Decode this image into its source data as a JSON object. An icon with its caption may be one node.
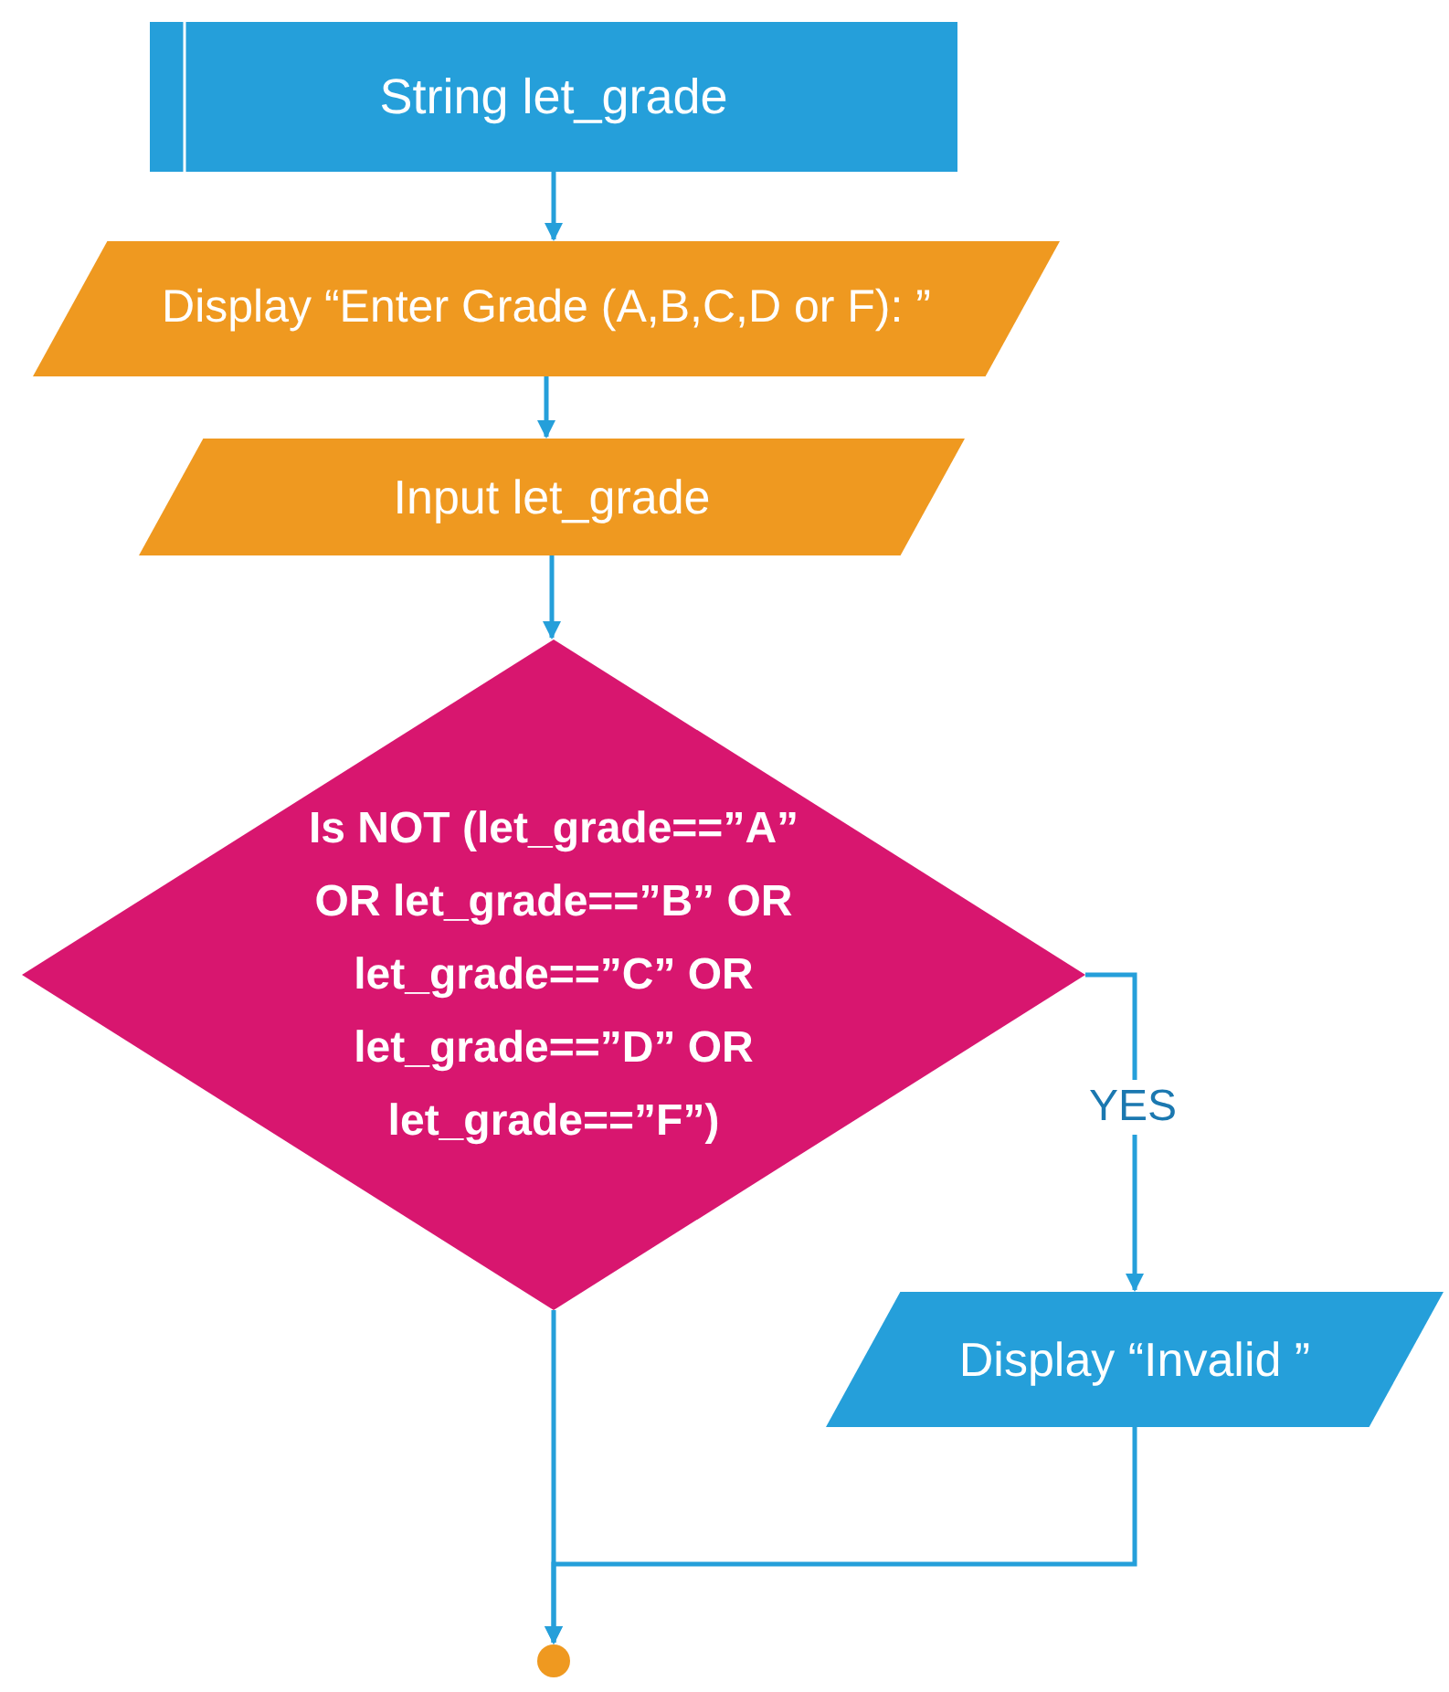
{
  "diagram": {
    "nodes": [
      {
        "text": [
          "String let_grade"
        ]
      },
      {
        "text": [
          "Display “Enter Grade (A,B,C,D or F): ”"
        ]
      },
      {
        "text": [
          "Input let_grade"
        ]
      },
      {
        "text": [
          "Is NOT (let_grade==”A” OR let_grade==”B” OR let_grade==”C” OR let_grade==”D” OR let_grade==”F”)"
        ]
      },
      {
        "text": [
          "Display “Invalid ”"
        ]
      },
      {
        "text": [],
        "shape": "circle"
      }
    ],
    "edges": [
      {
        "from": 0,
        "to": 1,
        "arrow": "to"
      },
      {
        "from": 1,
        "to": 2,
        "arrow": "to"
      },
      {
        "from": 2,
        "to": 3,
        "arrow": "to"
      },
      {
        "from": 3,
        "to": 4,
        "arrow": "to",
        "label": "YES"
      },
      {
        "from": 3,
        "to": 5,
        "arrow": "to"
      },
      {
        "from": 4,
        "to": 5,
        "arrow": "to"
      }
    ]
  }
}
